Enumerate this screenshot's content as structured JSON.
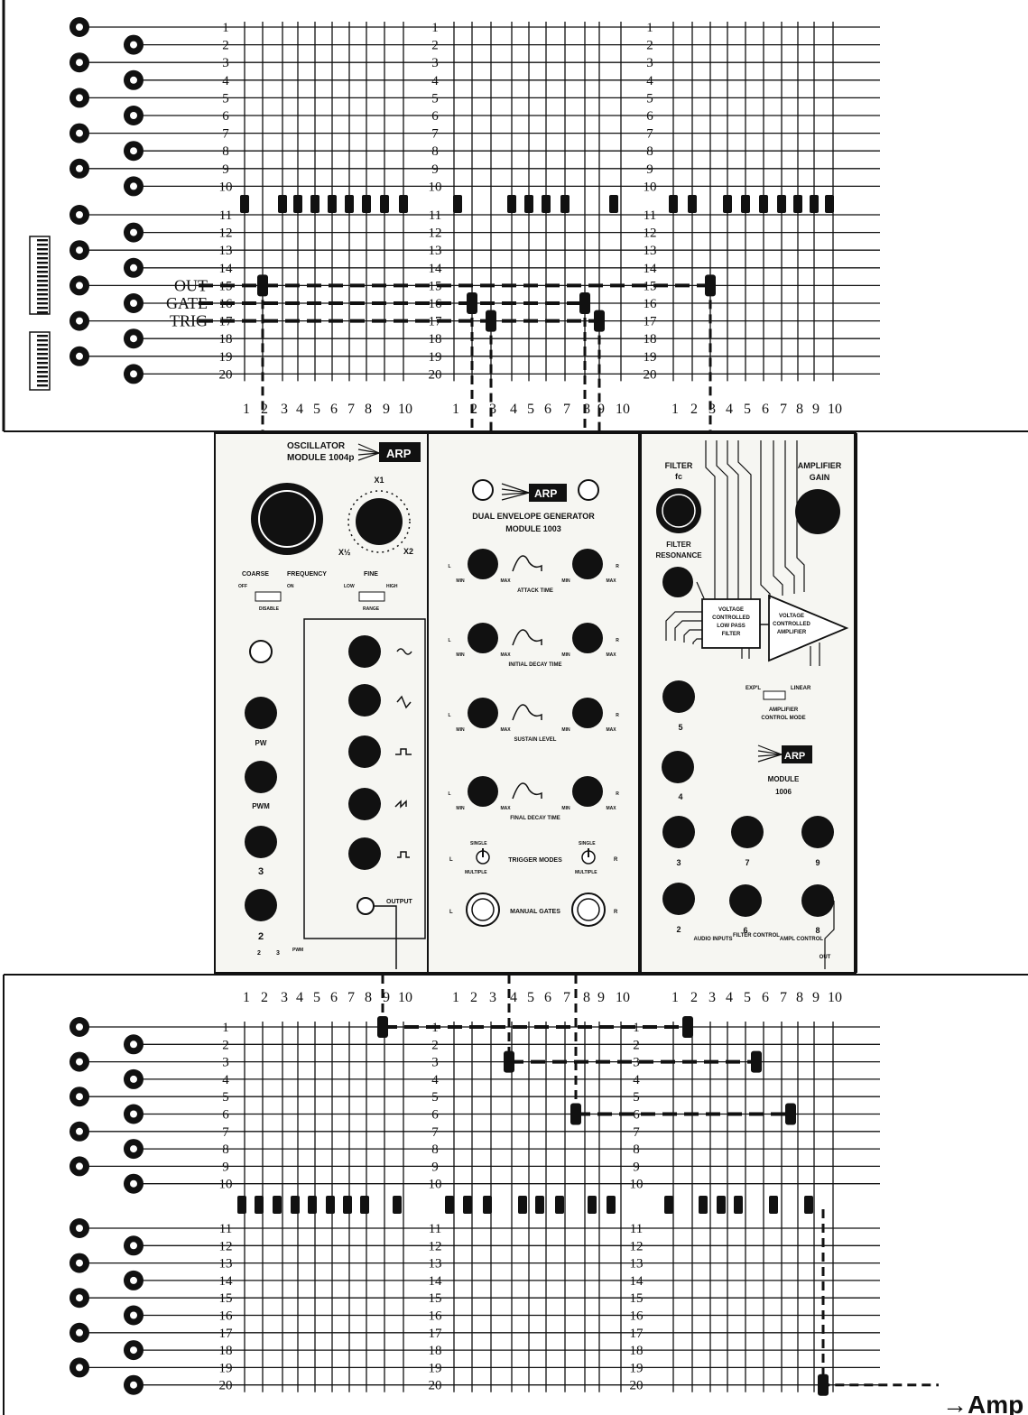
{
  "matrix_top": {
    "row_labels": [
      "1",
      "2",
      "3",
      "4",
      "5",
      "6",
      "7",
      "8",
      "9",
      "10",
      "11",
      "12",
      "13",
      "14",
      "15",
      "16",
      "17",
      "18",
      "19",
      "20"
    ],
    "col_labels": [
      "1",
      "2",
      "3",
      "4",
      "5",
      "6",
      "7",
      "8",
      "9",
      "10"
    ],
    "keyboard_outputs": [
      "OUT",
      "GATE",
      "TRIG"
    ]
  },
  "matrix_bottom": {
    "row_labels": [
      "1",
      "2",
      "3",
      "4",
      "5",
      "6",
      "7",
      "8",
      "9",
      "10",
      "11",
      "12",
      "13",
      "14",
      "15",
      "16",
      "17",
      "18",
      "19",
      "20"
    ],
    "col_labels": [
      "1",
      "2",
      "3",
      "4",
      "5",
      "6",
      "7",
      "8",
      "9",
      "10"
    ],
    "output_label": "→Amp"
  },
  "oscillator": {
    "brand": "ARP",
    "title_1": "OSCILLATOR",
    "title_2": "MODULE 1004p",
    "coarse": "COARSE",
    "frequency": "FREQUENCY",
    "fine": "FINE",
    "x1": "X1",
    "x_half": "X½",
    "x2": "X2",
    "off": "OFF",
    "on": "ON",
    "disable": "DISABLE",
    "low": "LOW",
    "high": "HIGH",
    "range": "RANGE",
    "pw": "PW",
    "pwm": "PWM",
    "in3": "3",
    "in2": "2",
    "output": "OUTPUT",
    "bottom_numbers": [
      "2",
      "3"
    ],
    "bottom_pwm": "PWM"
  },
  "envelope": {
    "brand": "ARP",
    "title_1": "DUAL ENVELOPE GENERATOR",
    "title_2": "MODULE 1003",
    "attack": "ATTACK TIME",
    "initial_decay": "INITIAL DECAY TIME",
    "sustain": "SUSTAIN LEVEL",
    "final_decay": "FINAL DECAY TIME",
    "trigger_modes": "TRIGGER MODES",
    "manual_gates": "MANUAL GATES",
    "single": "SINGLE",
    "multiple": "MULTIPLE",
    "min": "MIN",
    "max": "MAX",
    "left": "L",
    "right": "R"
  },
  "filter_amp": {
    "brand": "ARP",
    "filter_fc_1": "FILTER",
    "filter_fc_2": "fc",
    "resonance_1": "FILTER",
    "resonance_2": "RESONANCE",
    "gain_1": "AMPLIFIER",
    "gain_2": "GAIN",
    "vcf_1": "VOLTAGE",
    "vcf_2": "CONTROLLED",
    "vcf_3": "LOW PASS",
    "vcf_4": "FILTER",
    "vca_1": "VOLTAGE",
    "vca_2": "CONTROLLED",
    "vca_3": "AMPLIFIER",
    "expl": "EXP'L",
    "linear": "LINEAR",
    "mode_1": "AMPLIFIER",
    "mode_2": "CONTROL MODE",
    "module_1": "MODULE",
    "module_2": "1006",
    "jacks": [
      "5",
      "4",
      "3",
      "2",
      "7",
      "6",
      "9",
      "8"
    ],
    "audio_inputs": "AUDIO INPUTS",
    "filter_control": "FILTER CONTROL",
    "ampl_control": "AMPL CONTROL",
    "out": "OUT"
  },
  "colors": {
    "ink": "#111111",
    "panel": "#f6f6f2",
    "paper": "#ffffff"
  }
}
